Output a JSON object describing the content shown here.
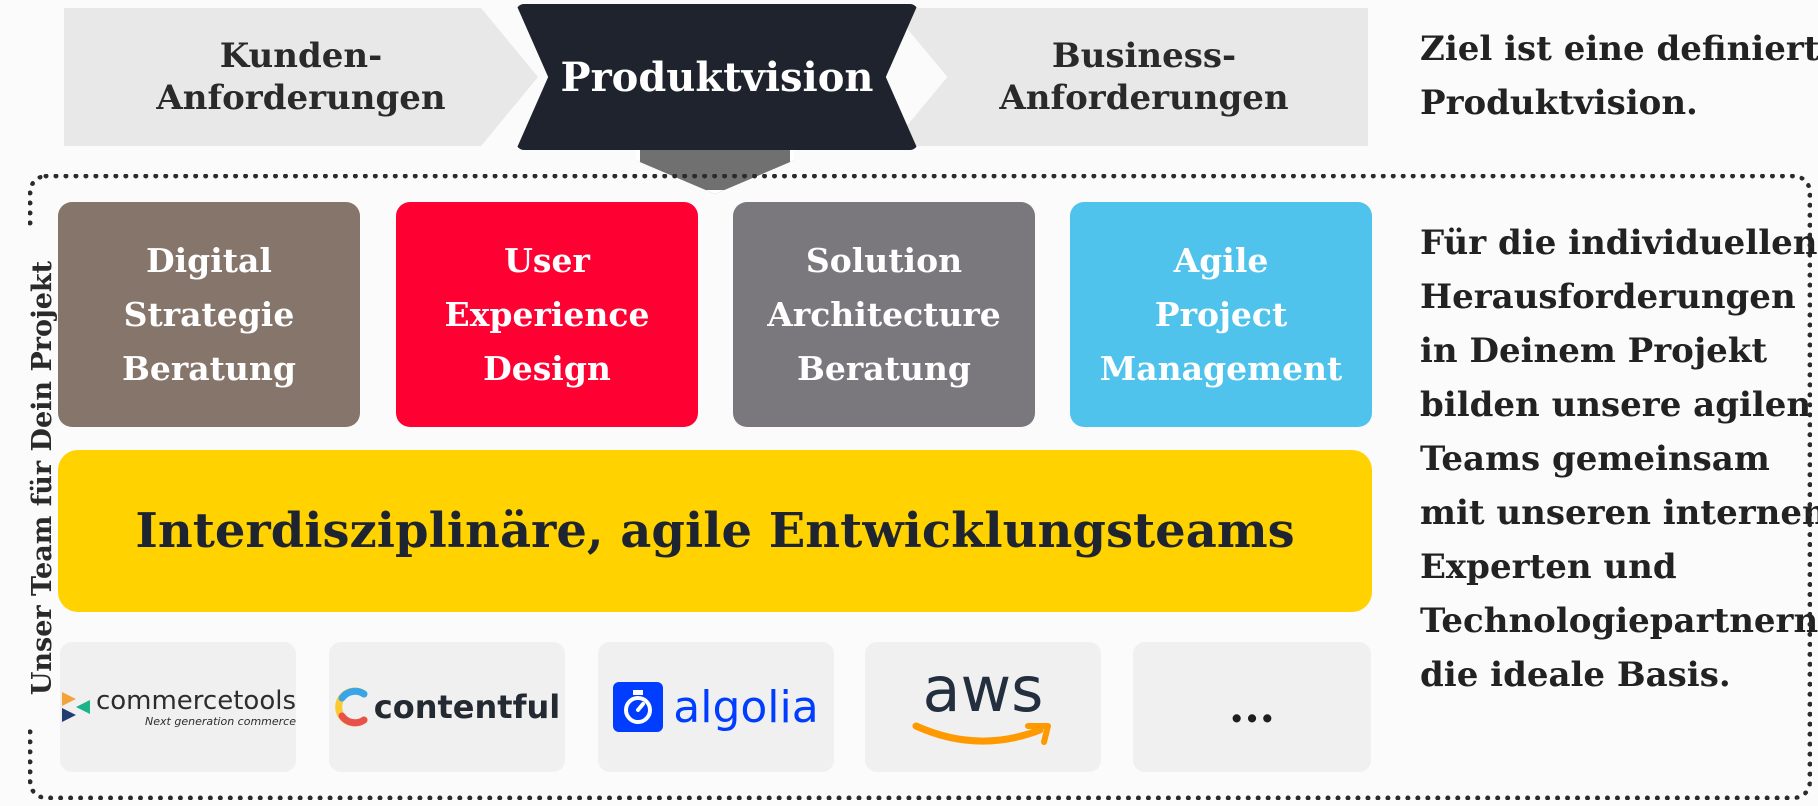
{
  "top": {
    "left_req": {
      "line1": "Kunden-",
      "line2": "Anforderungen"
    },
    "vision": "Produktvision",
    "right_req": {
      "line1": "Business-",
      "line2": "Anforderungen"
    }
  },
  "frame_label": "Unser Team für Dein Projekt",
  "tiles": [
    {
      "lines": [
        "Digital",
        "Strategie",
        "Beratung"
      ],
      "color": "#85756b"
    },
    {
      "lines": [
        "User",
        "Experience",
        "Design"
      ],
      "color": "#ff0033"
    },
    {
      "lines": [
        "Solution",
        "Architecture",
        "Beratung"
      ],
      "color": "#7a777d"
    },
    {
      "lines": [
        "Agile",
        "Project",
        "Management"
      ],
      "color": "#4fc3ec"
    }
  ],
  "teams_banner": "Interdisziplinäre, agile Entwicklungsteams",
  "partners": {
    "commercetools": {
      "name": "commercetools",
      "tagline": "Next generation commerce"
    },
    "contentful": {
      "name": "contentful"
    },
    "algolia": {
      "name": "algolia"
    },
    "aws": {
      "name": "aws"
    },
    "more": "..."
  },
  "side": {
    "goal": [
      "Ziel ist eine definierte",
      "Produktvision."
    ],
    "description": [
      "Für die individuellen",
      "Herausforderungen",
      "in Deinem Projekt",
      "bilden unsere agilen",
      "Teams gemeinsam",
      "mit unseren internen",
      "Experten und",
      "Technologiepartnern",
      "die ideale Basis."
    ]
  },
  "colors": {
    "vision_bg": "#1f232d",
    "teams_bg": "#ffd200",
    "algolia_blue": "#003dff",
    "aws_orange": "#ff9900"
  }
}
